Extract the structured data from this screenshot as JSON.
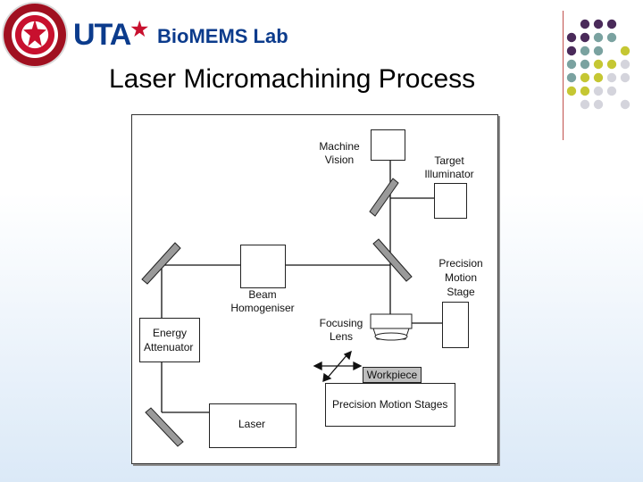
{
  "header": {
    "logo_text": "UTA",
    "lab_name": "BioMEMS Lab",
    "slide_title": "Laser Micromachining Process"
  },
  "diagram": {
    "machine_vision": [
      "Machine",
      "Vision"
    ],
    "target_illuminator": [
      "Target",
      "Illuminator"
    ],
    "precision_motion_stage": [
      "Precision",
      "Motion",
      "Stage"
    ],
    "beam_homogeniser": [
      "Beam",
      "Homogeniser"
    ],
    "energy_attenuator": [
      "Energy",
      "Attenuator"
    ],
    "focusing_lens": [
      "Focusing",
      "Lens"
    ],
    "workpiece": "Workpiece",
    "precision_motion_stages": "Precision Motion Stages",
    "laser": "Laser"
  },
  "colors": {
    "purple": "#4a2a5a",
    "teal": "#7aa2a0",
    "yellow": "#c5c733",
    "gray": "#d4d4dc",
    "brand_blue": "#0b3b8c",
    "brand_red": "#c8102e"
  }
}
